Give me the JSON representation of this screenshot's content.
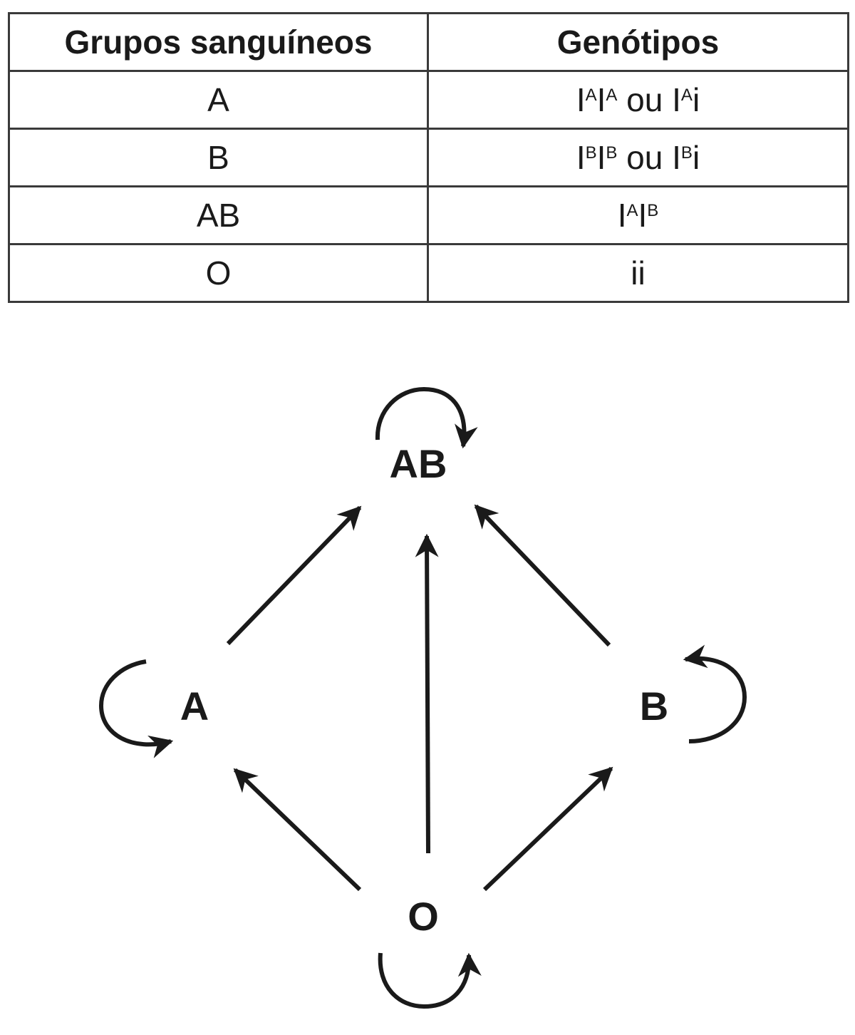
{
  "table": {
    "headers": [
      "Grupos sanguíneos",
      "Genótipos"
    ],
    "rows": [
      {
        "group": "A",
        "genotype": [
          {
            "t": "I"
          },
          {
            "sup": "A"
          },
          {
            "t": "I"
          },
          {
            "sup": "A"
          },
          {
            "t": " ou I"
          },
          {
            "sup": "A"
          },
          {
            "t": "i"
          }
        ]
      },
      {
        "group": "B",
        "genotype": [
          {
            "t": "I"
          },
          {
            "sup": "B"
          },
          {
            "t": "I"
          },
          {
            "sup": "B"
          },
          {
            "t": " ou I"
          },
          {
            "sup": "B"
          },
          {
            "t": "i"
          }
        ]
      },
      {
        "group": "AB",
        "genotype": [
          {
            "t": "I"
          },
          {
            "sup": "A"
          },
          {
            "t": "I"
          },
          {
            "sup": "B"
          }
        ]
      },
      {
        "group": "O",
        "genotype": [
          {
            "t": "ii"
          }
        ]
      }
    ]
  },
  "diagram": {
    "nodes": [
      {
        "id": "AB",
        "label": "AB"
      },
      {
        "id": "A",
        "label": "A"
      },
      {
        "id": "B",
        "label": "B"
      },
      {
        "id": "O",
        "label": "O"
      }
    ],
    "edges": [
      {
        "from": "A",
        "to": "AB"
      },
      {
        "from": "O",
        "to": "AB"
      },
      {
        "from": "B",
        "to": "AB"
      },
      {
        "from": "O",
        "to": "A"
      },
      {
        "from": "O",
        "to": "B"
      }
    ],
    "self_loops": [
      "AB",
      "A",
      "B",
      "O"
    ],
    "colors": {
      "stroke": "#1a1a1a"
    }
  }
}
